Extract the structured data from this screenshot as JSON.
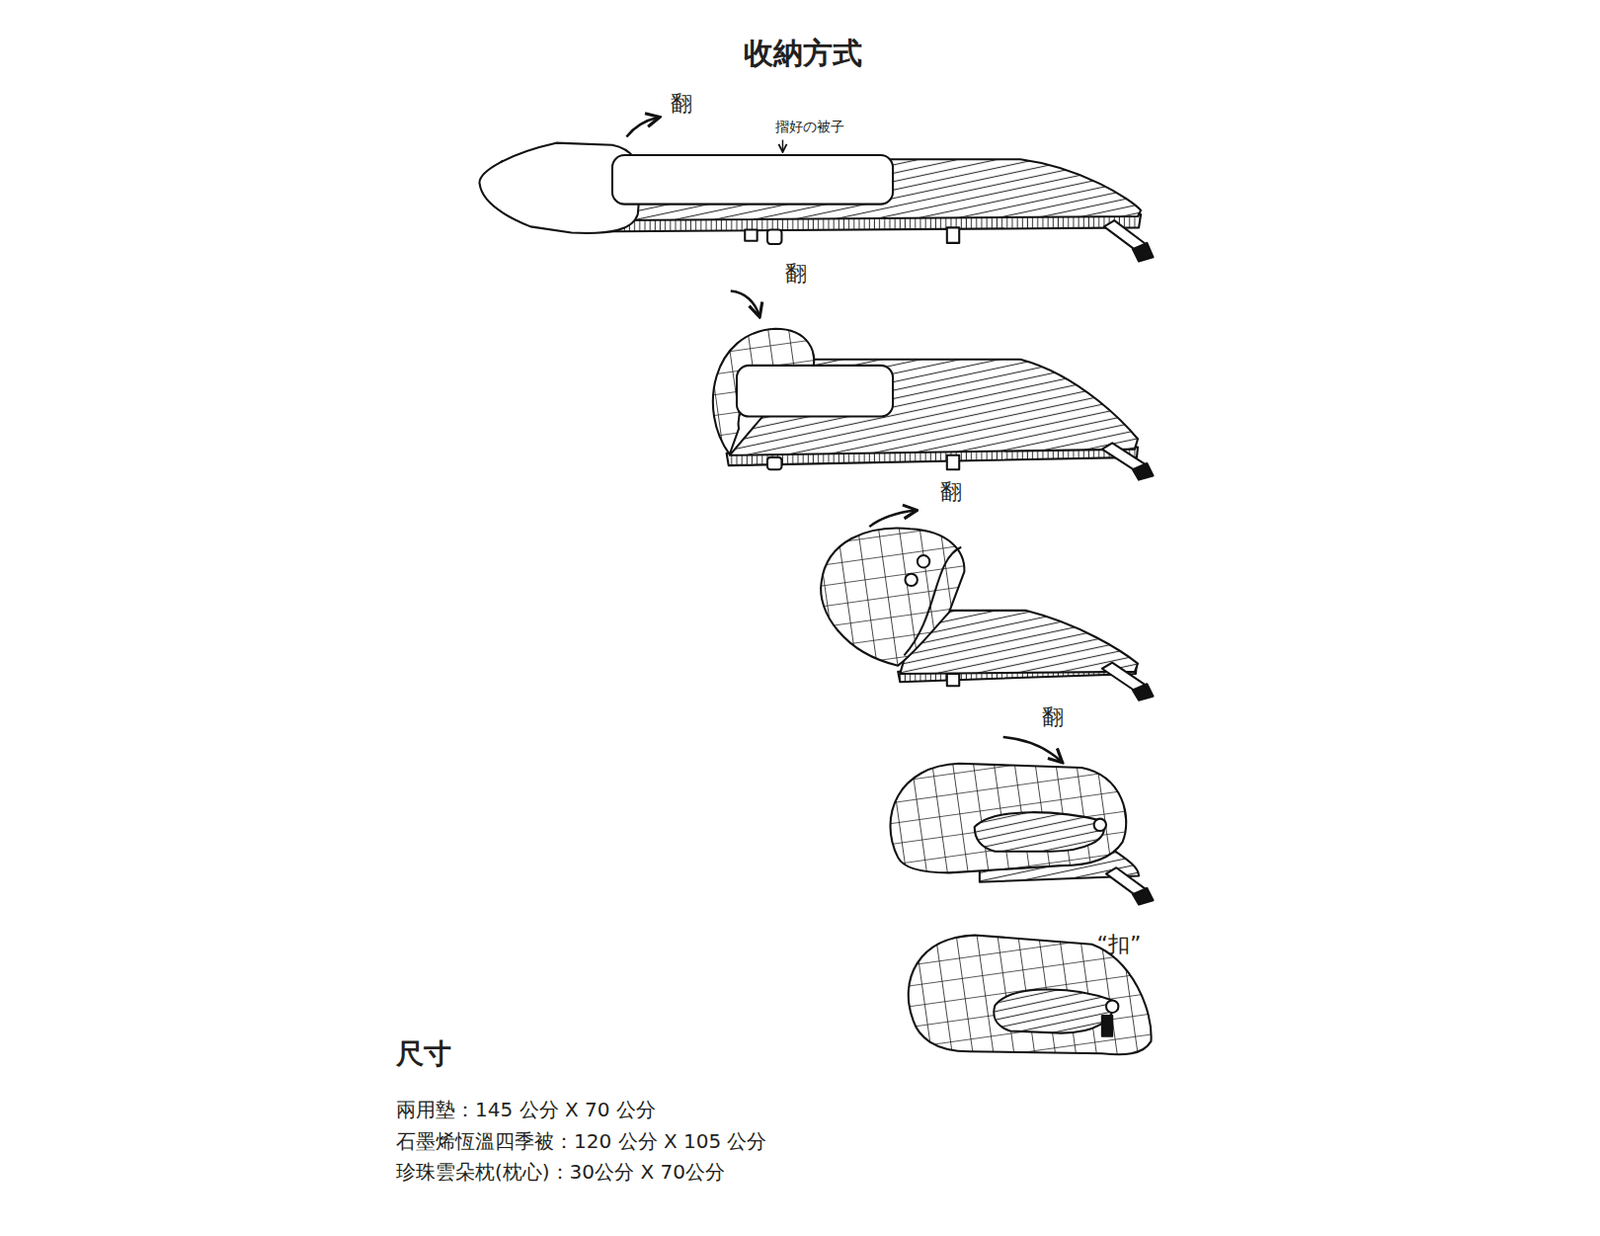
{
  "diagram": {
    "title": "收納方式",
    "labels": [
      "翻",
      "摺好の被子",
      "翻",
      "翻",
      "翻",
      "“扣”",
      "尺寸",
      "兩用墊：145 公分 X 70 公分",
      "石墨烯恆溫四季被：120 公分 X 105 公分",
      "珍珠雲朵枕(枕心)：30公分 X 70公分"
    ]
  }
}
